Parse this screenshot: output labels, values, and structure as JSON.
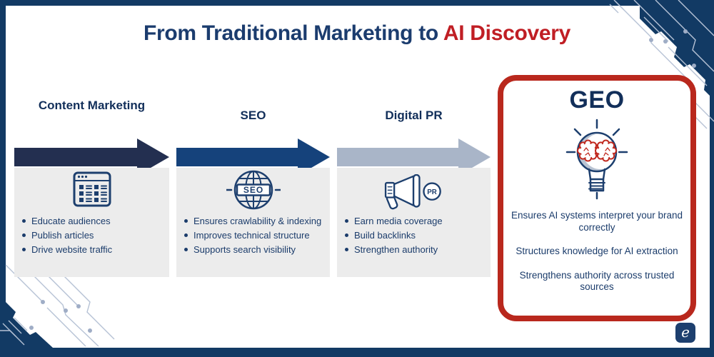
{
  "title": {
    "prefix": "From Traditional Marketing to ",
    "highlight": "AI Discovery"
  },
  "columns": [
    {
      "heading": "Content Marketing",
      "icon": "article-browser-icon",
      "bullets": [
        "Educate audiences",
        "Publish articles",
        "Drive website traffic"
      ]
    },
    {
      "heading": "SEO",
      "icon": "seo-globe-icon",
      "icon_label": "SEO",
      "bullets": [
        "Ensures crawlability & indexing",
        "Improves technical structure",
        "Supports search visibility"
      ]
    },
    {
      "heading": "Digital PR",
      "icon": "megaphone-pr-icon",
      "icon_label": "PR",
      "bullets": [
        "Earn media coverage",
        "Build backlinks",
        "Strengthen authority"
      ]
    }
  ],
  "geo": {
    "heading": "GEO",
    "icon": "lightbulb-brain-icon",
    "points": [
      "Ensures AI systems interpret your brand correctly",
      "Structures knowledge for AI extraction",
      "Strengthens authority across trusted sources"
    ]
  },
  "logo": {
    "glyph": "e"
  },
  "colors": {
    "navy_frame": "#123a64",
    "title_navy": "#1b3c6e",
    "title_red": "#c01e24",
    "navy_heading": "#122f5a",
    "navy_text": "#1b3c6b",
    "arrow_dark": "#232f50",
    "arrow_blue": "#15427b",
    "arrow_gray": "#a9b5c8",
    "panel_gray": "#ececec",
    "accent_red": "#b9281d",
    "icon_navy": "#1d3f6e",
    "brain_red": "#c0281e",
    "shade_gray": "#b9c4d3",
    "circuit_line": "#b6c2d5",
    "circuit_node": "#9fadc6",
    "logo_navy": "#1d3f6e"
  }
}
